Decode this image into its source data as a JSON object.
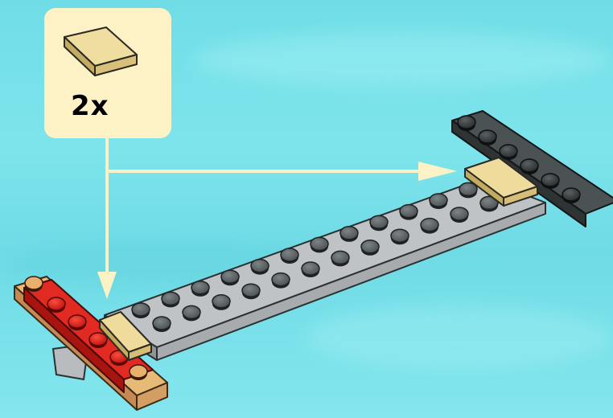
{
  "callout": {
    "part_name": "tile-1x2-tan",
    "quantity_label": "2x"
  },
  "colors": {
    "background": "#74dfe8",
    "callout_background": "#fdf1c6",
    "arrow": "#fdf1c6",
    "tan_tile": "#e8d28a",
    "red_plate": "#d8221c",
    "grey_plate": "#b8bcbe",
    "dark_plate": "#3e4446"
  },
  "model": {
    "red_plate_studs": 6,
    "dark_plate_studs": 6,
    "grey_plate_stud_rows": 2,
    "grey_plate_stud_columns": 12
  }
}
